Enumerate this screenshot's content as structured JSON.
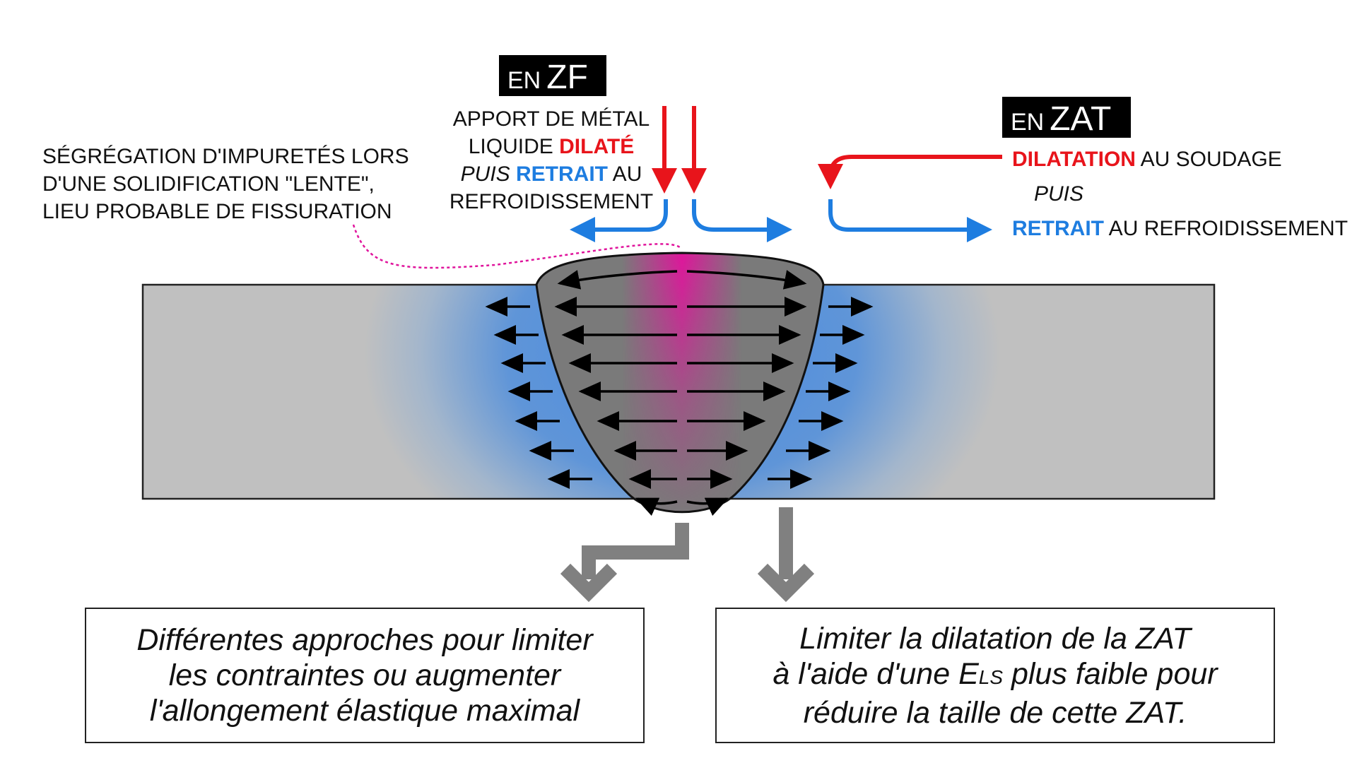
{
  "tags": {
    "zf": {
      "prefix": "EN",
      "main": "ZF"
    },
    "zat": {
      "prefix": "EN",
      "main": "ZAT"
    }
  },
  "zf_caption": {
    "line1": "APPORT DE MÉTAL",
    "line2_prefix": "LIQUIDE ",
    "line2_red": "DILATÉ",
    "line3_italic": "PUIS ",
    "line3_blue": "RETRAIT",
    "line3_suffix": " AU",
    "line4": "REFROIDISSEMENT"
  },
  "zat_caption": {
    "line1_red": "DILATATION",
    "line1_suffix": " AU SOUDAGE",
    "line2_italic": "PUIS",
    "line3_blue": "RETRAIT",
    "line3_suffix": " AU REFROIDISSEMENT"
  },
  "segregation_caption": {
    "line1": "SÉGRÉGATION D'IMPURETÉS LORS",
    "line2": "D'UNE SOLIDIFICATION \"LENTE\",",
    "line3": "LIEU PROBABLE DE FISSURATION"
  },
  "box_left": {
    "line1": "Différentes approches pour limiter",
    "line2": "les contraintes ou augmenter",
    "line3": "l'allongement élastique maximal"
  },
  "box_right": {
    "line1": "Limiter la dilatation de la ZAT",
    "line2_prefix": "à l'aide d'une E",
    "line2_sub": "LS",
    "line2_suffix": " plus faible pour",
    "line3": "réduire la taille de cette ZAT."
  },
  "colors": {
    "dilatation": "#e8141b",
    "retrait": "#1e7de0",
    "plate": "#c0c0c0",
    "bead": "#7a7a7a",
    "haz": "#5b93d6",
    "segregation": "#e0149c",
    "down_arrows": "#808080"
  }
}
